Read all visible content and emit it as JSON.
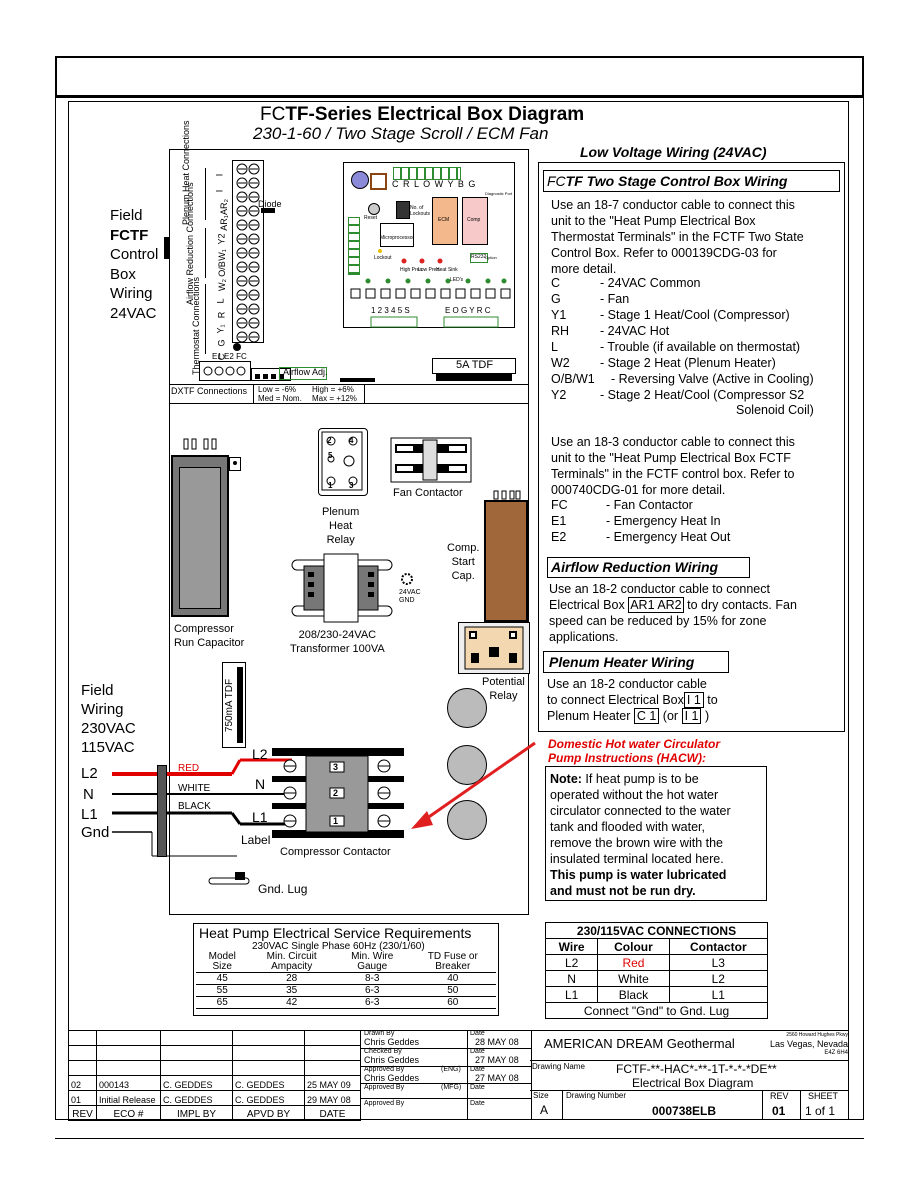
{
  "header": {
    "title": "FCTF-Series Electrical Box Diagram",
    "title_prefix": "FC",
    "title_rest": "TF-Series  Electrical  Box  Diagram",
    "subtitle": "230-1-60 / Two Stage Scroll / ECM Fan"
  },
  "left_labels": {
    "field_control": [
      "Field",
      "FCTF",
      "Control",
      "Box",
      "Wiring",
      "24VAC"
    ],
    "field_wiring": [
      "Field",
      "Wiring",
      "230VAC",
      "115VAC"
    ],
    "lines": [
      "L2",
      "N",
      "L1",
      "Gnd"
    ],
    "wire_colors": [
      "RED",
      "WHITE",
      "BLACK"
    ]
  },
  "terminal_groups": [
    "Plenum Heat Connections",
    "Airflow Reduction Connections",
    "Thermostat Connections"
  ],
  "terminals": [
    "I",
    "I",
    "AR₂",
    "AR₁",
    "Y2",
    "W₁",
    "O/B",
    "W₂",
    "L",
    "R",
    "Y₁",
    "G",
    "C"
  ],
  "terminal_bottom": [
    "E1",
    "E2",
    "FC"
  ],
  "board": {
    "top_terminals": "C R L O W Y B G",
    "bottom_terminals1": "1 2 3 4 5 S",
    "bottom_terminals2": "E O G Y R C",
    "labels": {
      "reset": "Reset",
      "no_lockouts": "No. of Lockouts",
      "micro": "Microprocessor",
      "lockout": "Lockout",
      "ecm": "ECM",
      "high_pres": "High Pres.",
      "low_pres": "Low Pres.",
      "heat_sink": "Heat Sink",
      "leds": "LED's",
      "comp": "Comp",
      "rs232": "RS232",
      "option": "Option",
      "diagnostics": "Diagnostic Port"
    }
  },
  "components": {
    "diode": "Diode",
    "airflow_adj": "Airflow Adj.",
    "dxtf": "DXTF Connections",
    "airflow_settings": [
      "Low = -6%",
      "High = +6%",
      "Med = Nom.",
      "Max = +12%"
    ],
    "tdf5": "5A TDF",
    "plenum_relay": [
      "Plenum",
      "Heat",
      "Relay"
    ],
    "fan_contactor": "Fan Contactor",
    "comp_start_cap": [
      "Comp.",
      "Start",
      "Cap."
    ],
    "run_capacitor": [
      "Compressor",
      "Run Capacitor"
    ],
    "transformer": [
      "208/230-24VAC",
      "Transformer 100VA"
    ],
    "gnd_24": [
      "24VAC",
      "GND"
    ],
    "potential_relay": [
      "Potential",
      "Relay"
    ],
    "tdf750": "750mA TDF",
    "compressor_contactor": "Compressor Contactor",
    "label": "Label",
    "gnd_lug": "Gnd. Lug",
    "contactor_terms": [
      "3",
      "2",
      "1"
    ],
    "contactor_side_labels": [
      "L2",
      "N",
      "L1"
    ],
    "relay_terms": [
      "2",
      "4",
      "5",
      "1",
      "3"
    ]
  },
  "notes": {
    "low_voltage_header": "Low Voltage Wiring (24VAC)",
    "control_box_title_prefix": "FC",
    "control_box_title": "TF Two Stage Control Box Wiring",
    "para1": [
      "Use an 18-7 conductor cable to connect this",
      "unit to the \"Heat Pump Electrical Box",
      "Thermostat Terminals\" in the  FCTF Two State",
      "Control Box.  Refer to 000139CDG-03 for",
      "more detail."
    ],
    "terms1": [
      {
        "k": "C",
        "v": "- 24VAC Common"
      },
      {
        "k": "G",
        "v": "- Fan"
      },
      {
        "k": "Y1",
        "v": "- Stage 1 Heat/Cool (Compressor)"
      },
      {
        "k": "RH",
        "v": "- 24VAC Hot"
      },
      {
        "k": "L",
        "v": "- Trouble (if available on thermostat)"
      },
      {
        "k": "W2",
        "v": "- Stage 2 Heat (Plenum Heater)"
      },
      {
        "k": "O/B/W1",
        "v": "- Reversing Valve (Active in Cooling)"
      },
      {
        "k": "Y2",
        "v": "- Stage 2 Heat/Cool (Compressor S2"
      }
    ],
    "terms1_cont": "Solenoid Coil)",
    "para2": [
      "Use an 18-3 conductor cable to connect this",
      "unit to the \"Heat Pump Electrical Box  FCTF",
      "Terminals\" in the  FCTF control box.   Refer to",
      "000740CDG-01 for more detail."
    ],
    "terms2": [
      {
        "k": "FC",
        "v": "- Fan Contactor"
      },
      {
        "k": "E1",
        "v": "- Emergency Heat In"
      },
      {
        "k": "E2",
        "v": "- Emergency Heat Out"
      }
    ],
    "airflow_title": "Airflow Reduction Wiring",
    "airflow_text": [
      "Use an 18-2 conductor cable to connect",
      "Electrical Box",
      "to dry contacts. Fan",
      "speed can be reduced by 15% for zone",
      "applications."
    ],
    "airflow_terms": "AR1  AR2",
    "plenum_title": "Plenum Heater Wiring",
    "plenum_text": [
      "Use an 18-2 conductor cable",
      "to connect Electrical Box",
      "to",
      "Plenum Heater",
      "(or",
      ")"
    ],
    "plenum_terms": [
      "I  1",
      "C  1",
      "I  1"
    ],
    "hacw_title": [
      "Domestic Hot water Circulator",
      "Pump Instructions (HACW):"
    ],
    "hacw_note_label": "Note:",
    "hacw_note": [
      " If heat pump is to be",
      "operated without the hot water",
      "circulator connected to the water",
      "tank and flooded with water,",
      "remove the brown wire with the",
      "insulated terminal located here."
    ],
    "hacw_bold": [
      "This pump is water lubricated",
      "and must not be run dry."
    ]
  },
  "requirements": {
    "title": "Heat Pump Electrical Service Requirements",
    "subtitle": "230VAC Single Phase 60Hz (230/1/60)",
    "headers": [
      [
        "Model",
        "Size"
      ],
      [
        "Min. Circuit",
        "Ampacity"
      ],
      [
        "Min. Wire",
        "Gauge"
      ],
      [
        "TD Fuse or",
        "Breaker"
      ]
    ],
    "rows": [
      [
        "45",
        "28",
        "8-3",
        "40"
      ],
      [
        "55",
        "35",
        "6-3",
        "50"
      ],
      [
        "65",
        "42",
        "6-3",
        "60"
      ]
    ]
  },
  "connections": {
    "title": "230/115VAC  CONNECTIONS",
    "headers": [
      "Wire",
      "Colour",
      "Contactor"
    ],
    "rows": [
      [
        "L2",
        "Red",
        "L3"
      ],
      [
        "N",
        "White",
        "L2"
      ],
      [
        "L1",
        "Black",
        "L1"
      ]
    ],
    "footer": "Connect \"Gnd\" to Gnd. Lug"
  },
  "title_block": {
    "rev_rows": [
      [
        "02",
        "000143",
        "C. GEDDES",
        "C. GEDDES",
        "25 MAY 09"
      ],
      [
        "01",
        "Initial Release",
        "C. GEDDES",
        "C. GEDDES",
        "29 MAY 08"
      ]
    ],
    "rev_headers": [
      "REV",
      "ECO #",
      "IMPL BY",
      "APVD BY",
      "DATE"
    ],
    "drawn_by": {
      "label": "Drawn By",
      "name": "Chris Geddes",
      "date_label": "Date",
      "date": "28 MAY 08"
    },
    "checked_by": {
      "label": "Checked By",
      "name": "Chris Geddes",
      "date_label": "Date",
      "date": "27 MAY 08"
    },
    "approved_eng": {
      "label": "Approved By",
      "tag": "(ENG)",
      "name": "Chris Geddes",
      "date_label": "Date",
      "date": "27 MAY 08"
    },
    "approved_mfg": {
      "label": "Approved By",
      "tag": "(MFG)",
      "date_label": "Date"
    },
    "approved_by": {
      "label": "Approved By",
      "date_label": "Date"
    },
    "company": "AMERICAN DREAM Geothermal",
    "address": [
      "2560 Howard Hughes Pkwy",
      "Las Vegas, Nevada",
      "E4Z 6H4"
    ],
    "drawing_name_label": "Drawing Name",
    "drawing_name": "FCTF-**-HAC*-**-1T-*-*-*DE**",
    "drawing_desc": "Electrical Box Diagram",
    "size_label": "Size",
    "size": "A",
    "number_label": "Drawing Number",
    "number": "000738ELB",
    "rev_label": "REV",
    "rev": "01",
    "sheet_label": "SHEET",
    "sheet": "1 of 1"
  },
  "colors": {
    "red": "#e00000",
    "arrow": "#e02020",
    "orange_block": "#f3b98d",
    "pink_block": "#f7c9c9",
    "board_green": "#2e8b2e",
    "capacitor_gray": "#777777",
    "cap_brown": "#a0683a"
  }
}
